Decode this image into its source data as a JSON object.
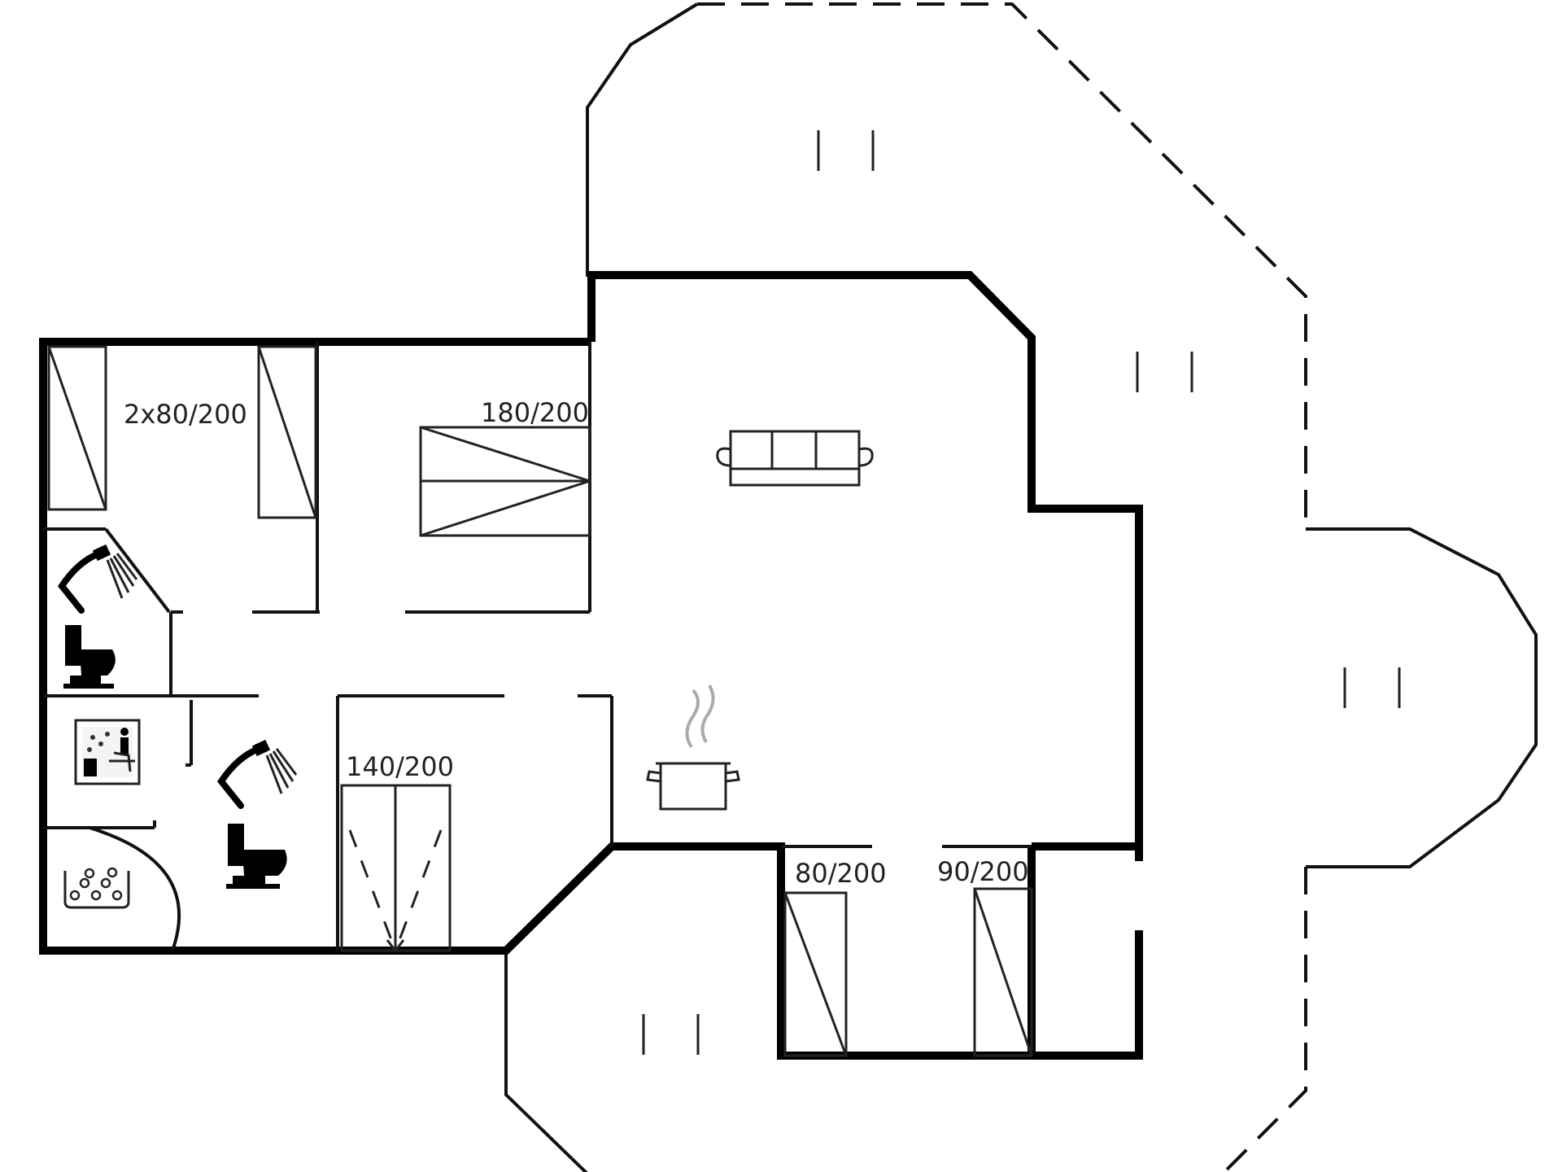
{
  "bed_labels": {
    "bedroom_twin": "2x80/200",
    "bedroom_double": "180/200",
    "bedroom_140": "140/200",
    "bedroom_80": "80/200",
    "bedroom_90": "90/200"
  },
  "icons": [
    "shower-icon",
    "toilet-icon",
    "sauna-icon",
    "whirlpool-icon",
    "sofa-icon",
    "kitchen-pot-icon",
    "bed-icon",
    "door-opening-icon",
    "terrace-marker-icon"
  ],
  "colors": {
    "line": "#000000",
    "background": "#ffffff"
  }
}
